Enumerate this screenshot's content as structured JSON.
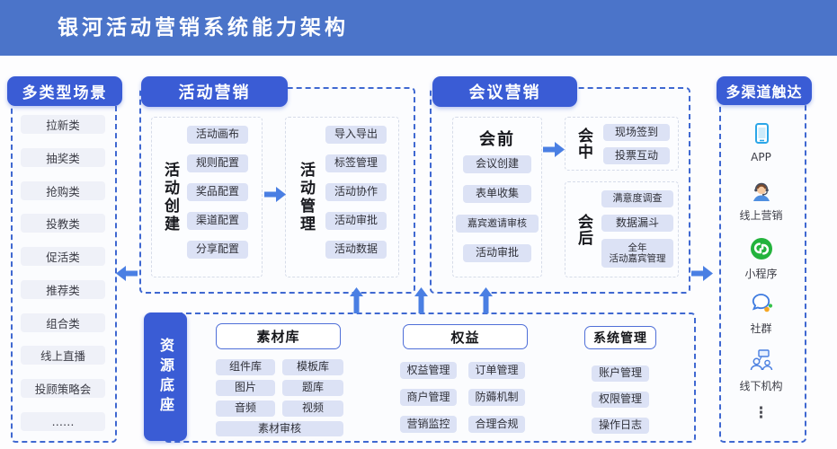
{
  "banner": {
    "title": "银河活动营销系统能力架构"
  },
  "colors": {
    "banner": "#4b74c9",
    "section_header": "#3a5cd5",
    "arrow": "#4a7fe3",
    "pill": "#dce2f5",
    "pill_light": "#eff1f8",
    "dashed_border": "#3f68d1"
  },
  "scenarios": {
    "title": "多类型场景",
    "items": [
      "拉新类",
      "抽奖类",
      "抢购类",
      "投教类",
      "促活类",
      "推荐类",
      "组合类",
      "线上直播",
      "投顾策略会",
      "……"
    ]
  },
  "activity": {
    "title": "活动营销",
    "creation": {
      "title": "活动创建",
      "items": [
        "活动画布",
        "规则配置",
        "奖品配置",
        "渠道配置",
        "分享配置"
      ]
    },
    "management": {
      "title": "活动管理",
      "items": [
        "导入导出",
        "标签管理",
        "活动协作",
        "活动审批",
        "活动数据"
      ]
    }
  },
  "conference": {
    "title": "会议营销",
    "pre": {
      "title": "会前",
      "items": [
        "会议创建",
        "表单收集",
        "嘉宾邀请审核",
        "活动审批"
      ]
    },
    "during": {
      "title": "会中",
      "items": [
        "现场签到",
        "投票互动"
      ]
    },
    "post": {
      "title": "会后",
      "items": [
        "满意度调查",
        "数据漏斗",
        "全年\n活动嘉宾管理"
      ]
    }
  },
  "resources": {
    "title": "资源底座",
    "material": {
      "title": "素材库",
      "items": [
        "组件库",
        "模板库",
        "图片",
        "题库",
        "音频",
        "视频",
        "素材审核"
      ]
    },
    "rights": {
      "title": "权益",
      "items": [
        "权益管理",
        "订单管理",
        "商户管理",
        "防薅机制",
        "营销监控",
        "合理合规"
      ]
    },
    "system": {
      "title": "系统管理",
      "items": [
        "账户管理",
        "权限管理",
        "操作日志"
      ]
    }
  },
  "channels": {
    "title": "多渠道触达",
    "items": [
      {
        "label": "APP",
        "icon": "app-phone-icon"
      },
      {
        "label": "线上营销",
        "icon": "online-marketing-agent-icon"
      },
      {
        "label": "小程序",
        "icon": "mini-program-icon"
      },
      {
        "label": "社群",
        "icon": "community-chat-icon"
      },
      {
        "label": "线下机构",
        "icon": "offline-org-icon"
      }
    ],
    "more": "⋮"
  }
}
